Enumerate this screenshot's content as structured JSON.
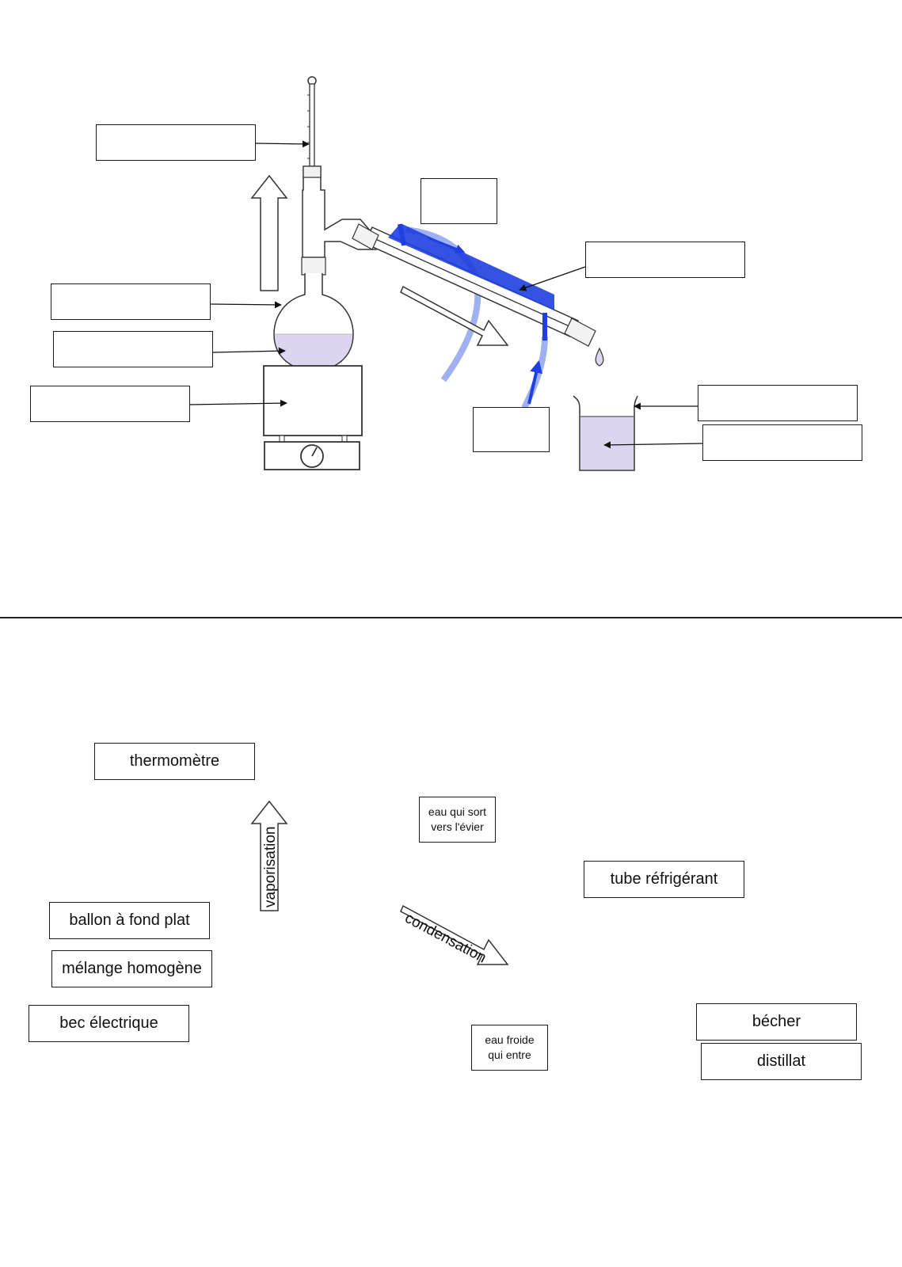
{
  "diagram": {
    "blank_boxes": [
      "thermometre-target",
      "sortie-eau-target",
      "refrigerant-target",
      "ballon-target",
      "melange-target",
      "chauffage-target",
      "entree-eau-target",
      "becher-target",
      "distillat-target"
    ]
  },
  "labels": {
    "thermometre": "thermomètre",
    "eau_sort_1": "eau qui sort",
    "eau_sort_2": "vers l'évier",
    "tube_refrigerant": "tube réfrigérant",
    "ballon": "ballon à fond plat",
    "melange": "mélange homogène",
    "bec": "bec électrique",
    "eau_froide_1": "eau froide",
    "eau_froide_2": "qui entre",
    "becher": "bécher",
    "distillat": "distillat"
  },
  "arrows": {
    "vaporisation": "vaporisation",
    "condensation": "condensation"
  },
  "colors": {
    "water_dark": "#1f3fe0",
    "water_light": "#8fa3f0",
    "liquid": "#ddd4f0",
    "outline": "#1a1a1a",
    "mercury": "#c23a2a"
  }
}
